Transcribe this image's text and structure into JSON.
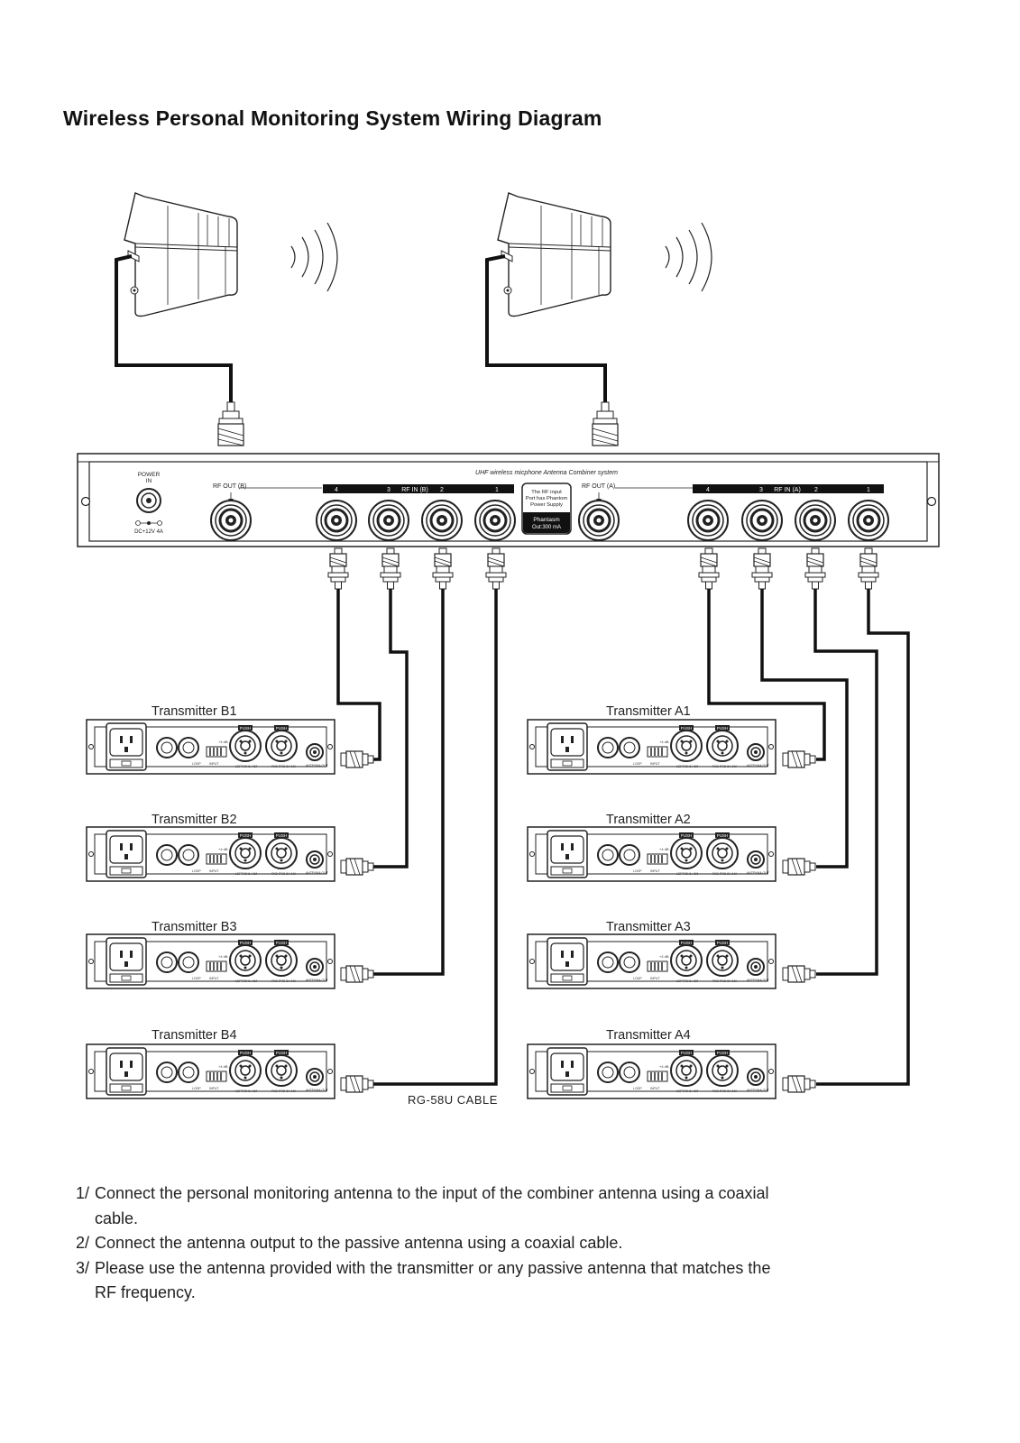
{
  "title": "Wireless Personal Monitoring System Wiring Diagram",
  "combiner": {
    "model_text": "UHF wireless micphone Antenna Combiner system",
    "power_label_1": "POWER",
    "power_label_2": "IN",
    "dc_label": "DC+12V 4A",
    "rf_out_b": "RF OUT (B)",
    "rf_out_a": "RF OUT (A)",
    "rf_in_b": "RF IN (B)",
    "rf_in_a": "RF IN (A)",
    "port_numbers": [
      "4",
      "3",
      "2",
      "1"
    ],
    "phantom_note": [
      "The RF input",
      "Port has Phantom",
      "Power Supply"
    ],
    "phantom_title": "Phantasm",
    "phantom_out": "Out:300 mA"
  },
  "transmitters": {
    "B1": "Transmitter B1",
    "B2": "Transmitter B2",
    "B3": "Transmitter B3",
    "B4": "Transmitter B4",
    "A1": "Transmitter A1",
    "A2": "Transmitter A2",
    "A3": "Transmitter A3",
    "A4": "Transmitter A4"
  },
  "transmitter_panel": {
    "push": "PUSH"
  },
  "cable_label": "RG-58U CABLE",
  "instructions": [
    {
      "num": "1/",
      "text": "Connect the personal monitoring antenna to the input of the combiner antenna using a coaxial cable."
    },
    {
      "num": "2/",
      "text": "Connect the antenna output to the passive antenna using a coaxial cable."
    },
    {
      "num": "3/",
      "text": "Please use the antenna provided with the transmitter or any passive antenna that matches the RF frequency."
    }
  ]
}
